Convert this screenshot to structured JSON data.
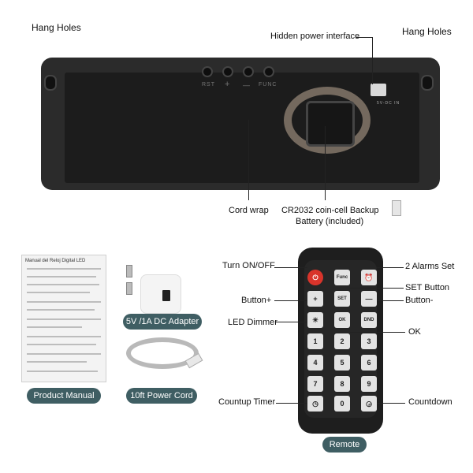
{
  "callouts": {
    "hang_holes_left": "Hang Holes",
    "hang_holes_right": "Hang Holes",
    "hidden_power": "Hidden power interface",
    "cord_wrap": "Cord wrap",
    "battery_line1": "CR2032 coin-cell Backup",
    "battery_line2": "Battery (included)"
  },
  "device_labels": {
    "rst": "RST",
    "plus": "+",
    "minus": "—",
    "func": "FUNC",
    "port": "5V-DC IN"
  },
  "accessories": {
    "manual_title": "Manual del Reloj Digital LED",
    "manual_label": "Product Manual",
    "adapter_label": "5V /1A DC Adapter",
    "cord_label": "10ft Power Cord"
  },
  "remote": {
    "label": "Remote",
    "left_callouts": [
      "Turn ON/OFF",
      "Button+",
      "LED Dimmer",
      "Countup Timer"
    ],
    "right_callouts": [
      "2 Alarms Set",
      "SET Button",
      "Button-",
      "OK",
      "Countdown"
    ],
    "keys": {
      "func": "Func",
      "set": "SET",
      "plus": "+",
      "minus": "—",
      "ok": "OK",
      "dnd": "DND",
      "digits": [
        "1",
        "2",
        "3",
        "4",
        "5",
        "6",
        "7",
        "8",
        "9",
        "0"
      ]
    },
    "power_color": "#d9342b"
  },
  "colors": {
    "pill_bg": "#3f5e63",
    "device": "#2b2b2b"
  }
}
